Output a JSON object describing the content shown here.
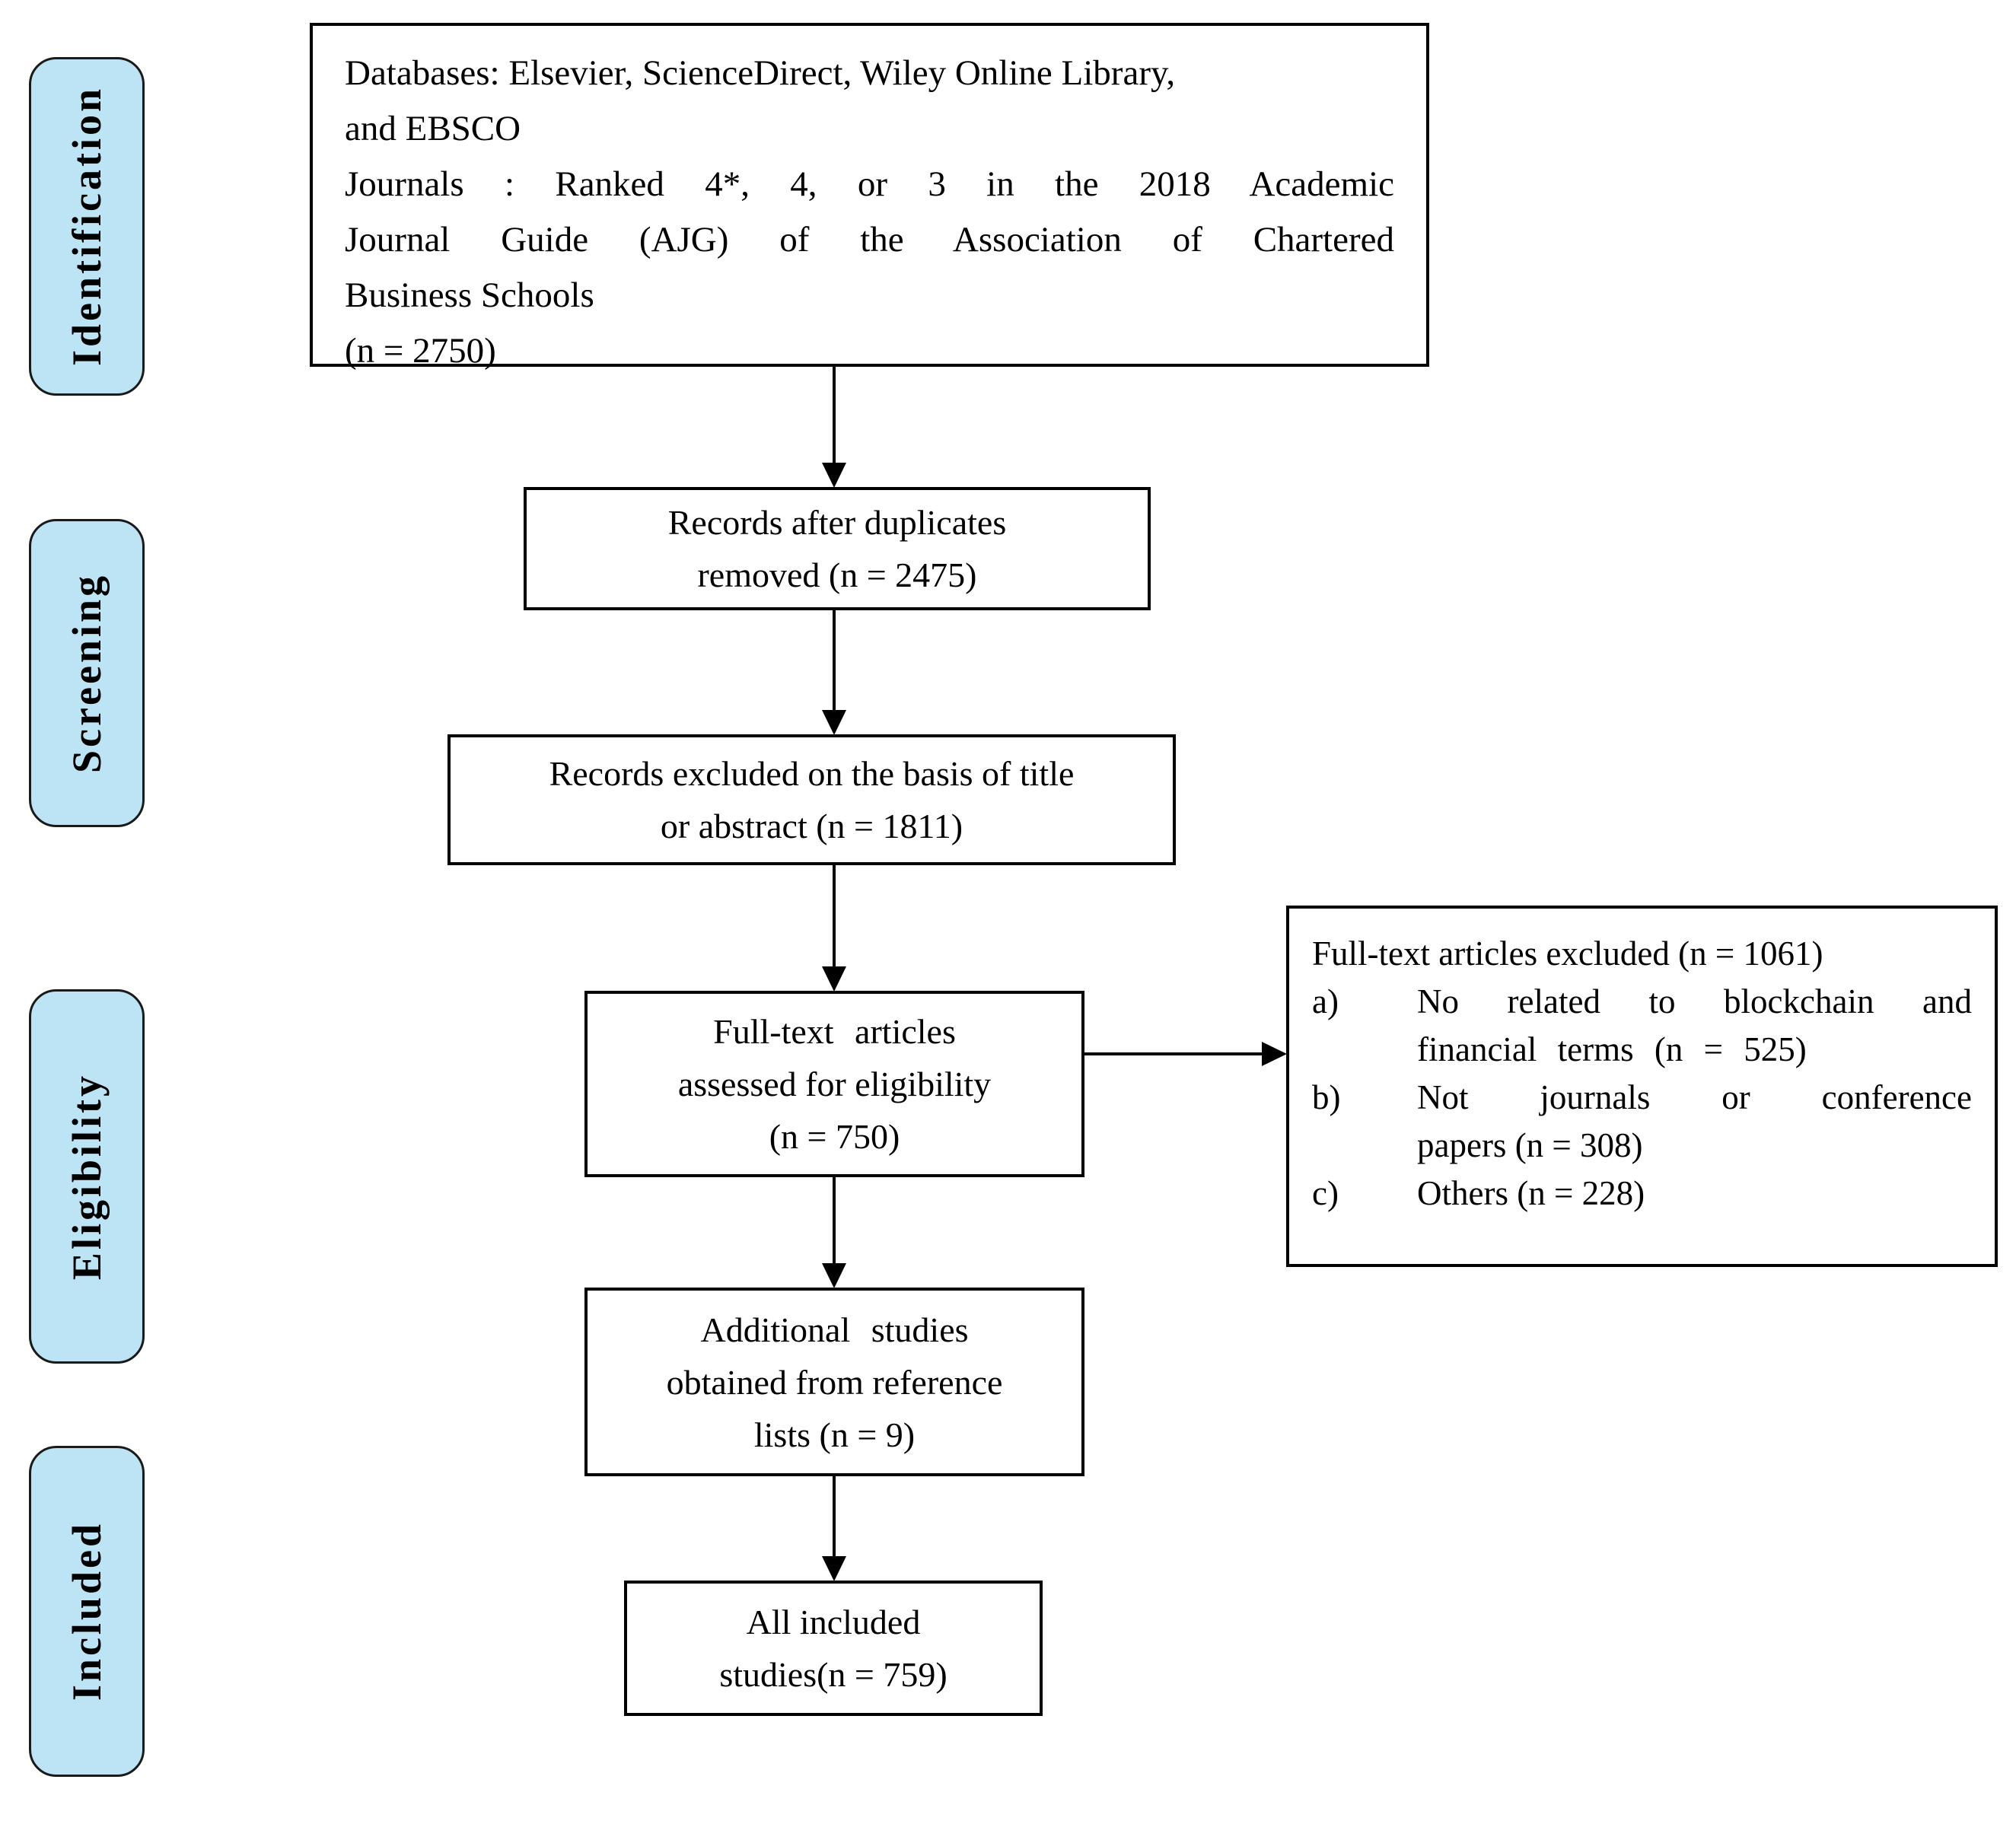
{
  "colors": {
    "stage_fill": "#bde4f4",
    "stage_border": "#1a1a1a",
    "box_border": "#000000",
    "arrow": "#000000"
  },
  "stages": [
    {
      "label": "Identification"
    },
    {
      "label": "Screening"
    },
    {
      "label": "Eligibility"
    },
    {
      "label": "Included"
    }
  ],
  "flow": {
    "sources": {
      "lines": [
        "Databases: Elsevier, ScienceDirect, Wiley Online Library,",
        "and EBSCO",
        "Journals : Ranked 4*, 4, or 3 in the 2018 Academic",
        "Journal Guide (AJG) of the Association of Chartered",
        "Business Schools",
        "(n = 2750)"
      ]
    },
    "duplicates_removed": {
      "lines": [
        "Records after duplicates",
        "removed (n = 2475)"
      ]
    },
    "records_excluded": {
      "lines": [
        "Records excluded on the basis of title",
        "or abstract (n = 1811)"
      ]
    },
    "fulltext_assessed": {
      "lines": [
        "Full-text articles",
        "assessed for eligibility",
        "(n = 750)"
      ]
    },
    "additional_studies": {
      "lines": [
        "Additional studies",
        "obtained from reference",
        "lists (n = 9)"
      ]
    },
    "all_included": {
      "lines": [
        "All included",
        "studies(n = 759)"
      ]
    }
  },
  "side_box": {
    "title": "Full-text articles excluded (n = 1061)",
    "items": [
      {
        "marker": "a)",
        "lines": [
          "No related to blockchain and",
          "financial terms (n = 525)"
        ]
      },
      {
        "marker": "b)",
        "lines": [
          "Not journals or conference",
          "papers (n = 308)"
        ]
      },
      {
        "marker": "c)",
        "lines": [
          "Others (n = 228)"
        ]
      }
    ]
  }
}
